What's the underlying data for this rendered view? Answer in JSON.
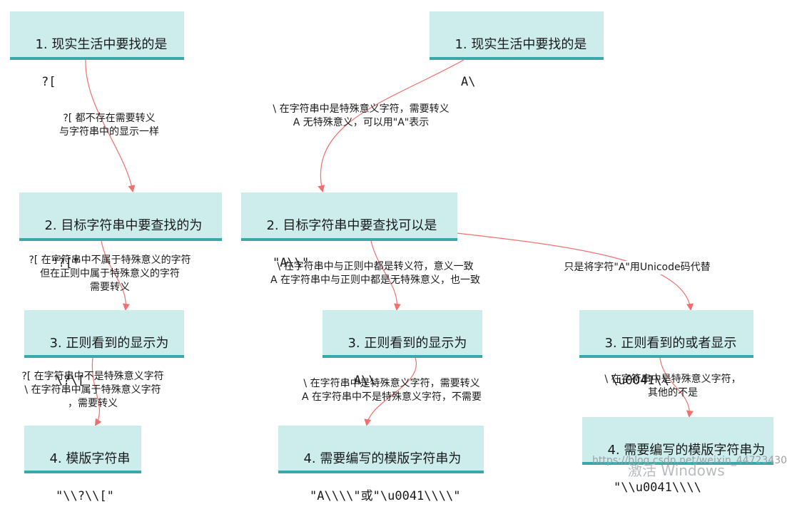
{
  "nodes": {
    "c1_n1": {
      "line1": "1. 现实生活中要找的是",
      "line2": "?["
    },
    "c1_n2": {
      "line1": "2. 目标字符串中要查找的为",
      "line2": "\"?[\""
    },
    "c1_n3": {
      "line1": "3. 正则看到的显示为",
      "line2": "\\?\\["
    },
    "c1_n4": {
      "line1": "4. 模版字符串",
      "line2": "\"\\\\?\\\\[\""
    },
    "c2_n1": {
      "line1": "1. 现实生活中要找的是",
      "line2": "A\\"
    },
    "c2_n2": {
      "line1": "2. 目标字符串中要查找可以是",
      "line2": "\"A\\\\\""
    },
    "c2_n3": {
      "line1": "3. 正则看到的显示为",
      "line2": "A\\\\"
    },
    "c2_n4": {
      "line1": "4. 需要编写的模版字符串为",
      "line2": "\"A\\\\\\\\\"或\"\\u0041\\\\\\\\\""
    },
    "c3_n3": {
      "line1": "3. 正则看到的或者显示",
      "line2": "\\u0041\\\\"
    },
    "c3_n4": {
      "line1": "4. 需要编写的模版字符串为",
      "line2": "\"\\\\u0041\\\\\\\\"
    }
  },
  "edges": {
    "c1_e1": "?[ 都不存在需要转义\n与字符串中的显示一样",
    "c1_e2": "?[ 在字符串中不属于特殊意义的字符\n但在正则中属于特殊意义的字符\n需要转义",
    "c1_e3": "?[ 在字符串中不是特殊意义字符\n\\ 在字符串中属于特殊意义字符\n，需要转义",
    "c2_e1": "\\ 在字符串中是特殊意义字符，需要转义\nA 无特殊意义，可以用\"A\"表示",
    "c2_e2": "\\ 在字符串中与正则中都是转义符，意义一致\nA 在字符串中与正则中都是无特殊意义，也一致",
    "c2_e3": "\\ 在字符串中是特殊意义字符，需要转义\nA 在字符串中不是特殊意义字符，不需要",
    "c3_e1": "只是将字符\"A\"用Unicode码代替",
    "c3_e2": "\\ 在字符串中是特殊意义字符，\n其他的不是"
  },
  "watermark": {
    "url": "https://blog.csdn.net/weixin_44723430",
    "activate": "激活 Windows"
  },
  "colors": {
    "node_fill": "#cdeded",
    "node_border": "#3aa8a8",
    "arrow": "#f07070"
  }
}
